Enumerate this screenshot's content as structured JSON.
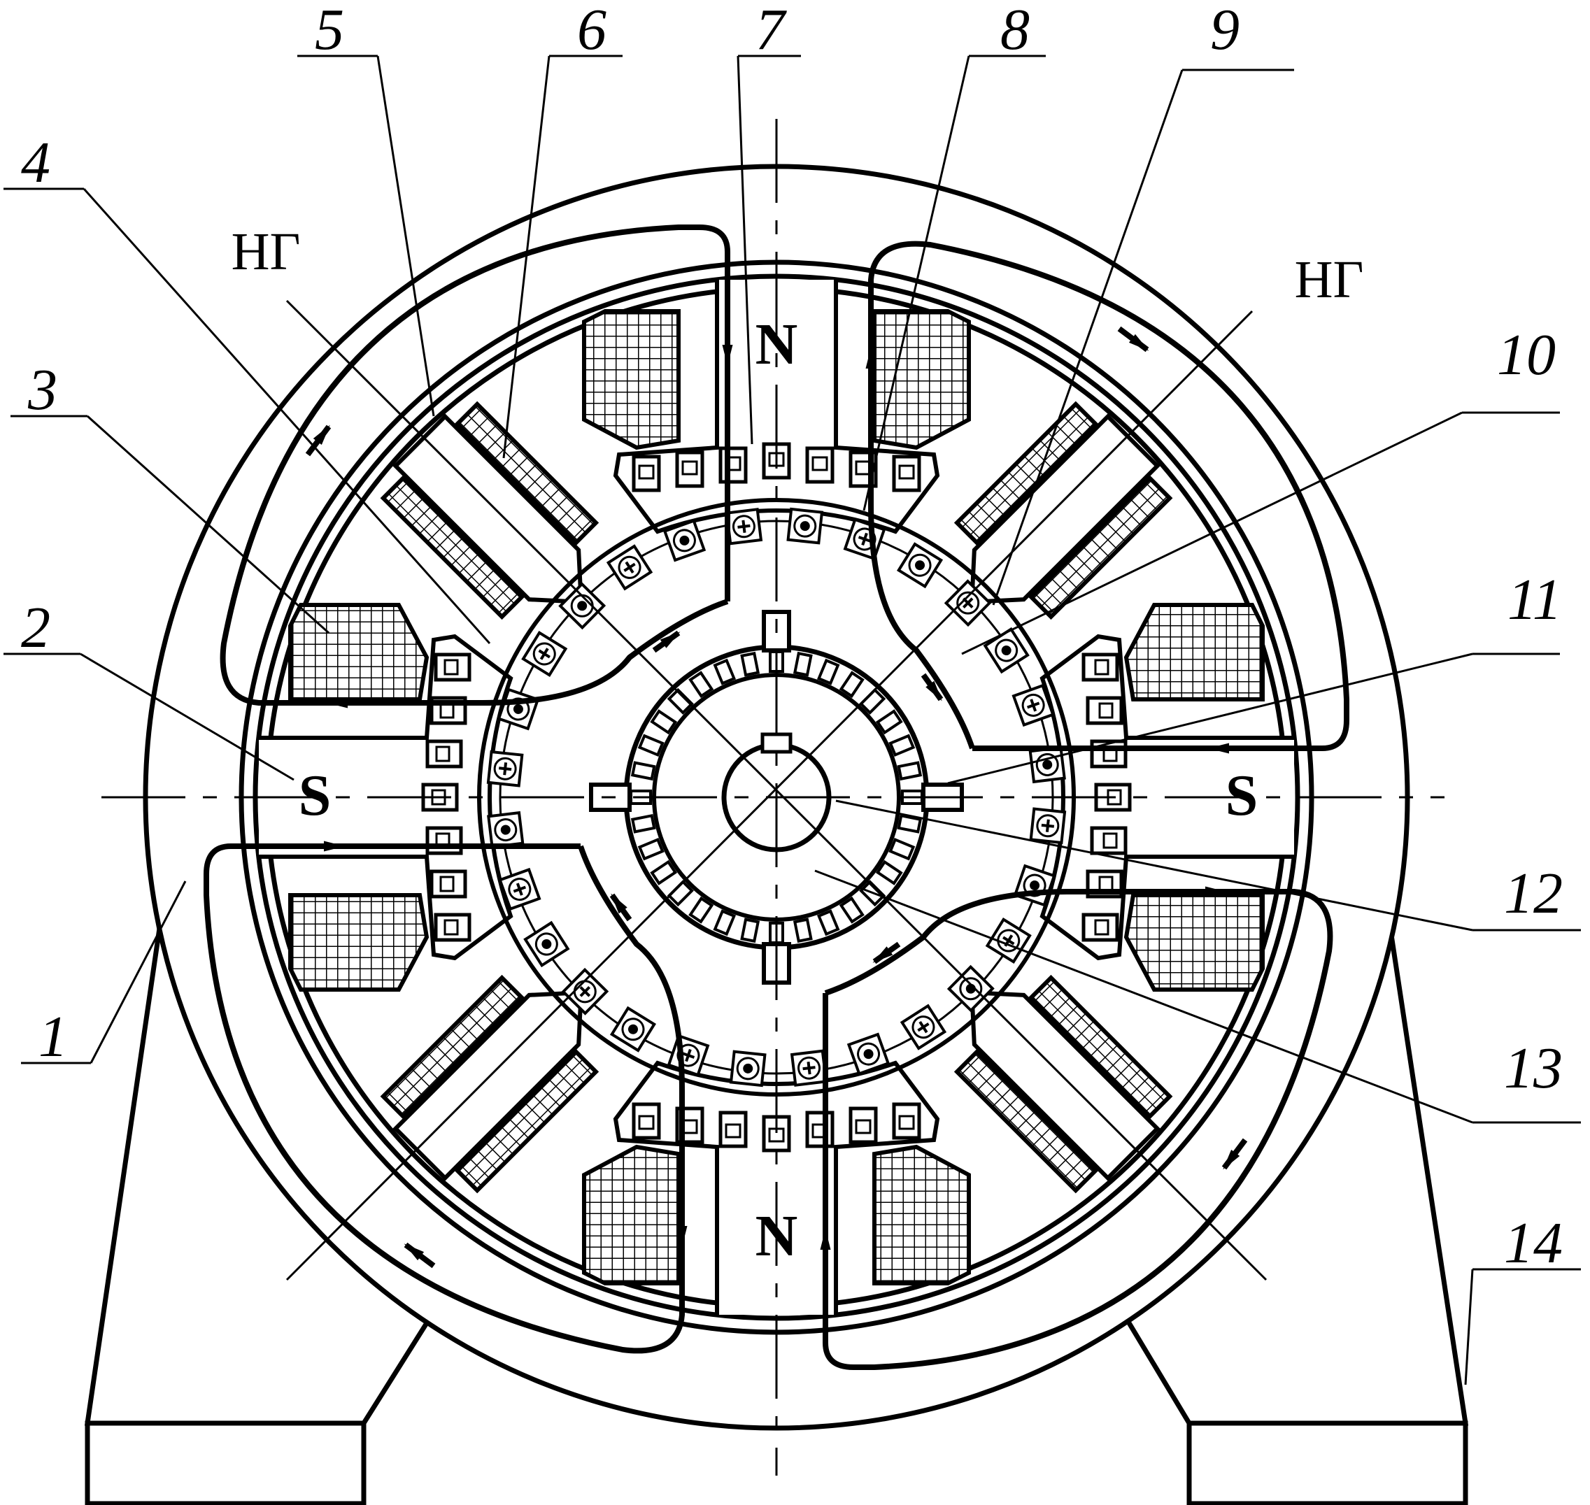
{
  "callouts": [
    {
      "text": "1"
    },
    {
      "text": "2"
    },
    {
      "text": "3"
    },
    {
      "text": "4"
    },
    {
      "text": "5"
    },
    {
      "text": "6"
    },
    {
      "text": "7"
    },
    {
      "text": "8"
    },
    {
      "text": "9"
    },
    {
      "text": "10"
    },
    {
      "text": "11"
    },
    {
      "text": "12"
    },
    {
      "text": "13"
    },
    {
      "text": "14"
    }
  ],
  "neutral": [
    "НГ",
    "НГ"
  ],
  "poles": {
    "north": "N",
    "south": "S"
  },
  "colors": {
    "ink": "#000000",
    "paper": "#ffffff"
  }
}
